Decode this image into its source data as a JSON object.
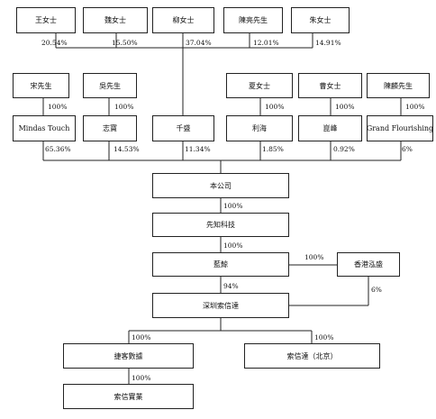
{
  "shareholders": [
    {
      "id": "wang",
      "name": "王女士",
      "pct": "20.54%"
    },
    {
      "id": "wei",
      "name": "魏女士",
      "pct": "15.50%"
    },
    {
      "id": "liu",
      "name": "柳女士",
      "pct": "37.04%"
    },
    {
      "id": "chen",
      "name": "陳亮先生",
      "pct": "12.01%"
    },
    {
      "id": "zhu",
      "name": "朱女士",
      "pct": "14.91%"
    }
  ],
  "individuals": [
    {
      "id": "song",
      "name": "宋先生",
      "pct": "100%"
    },
    {
      "id": "wu",
      "name": "吳先生",
      "pct": "100%"
    },
    {
      "id": "xia",
      "name": "夏女士",
      "pct": "100%"
    },
    {
      "id": "cao",
      "name": "曹女士",
      "pct": "100%"
    },
    {
      "id": "chenlin",
      "name": "陳麟先生",
      "pct": "100%"
    }
  ],
  "holding_entities": [
    {
      "id": "mindas",
      "name": "Mindas Touch",
      "pct": "65.36%"
    },
    {
      "id": "zhibao",
      "name": "志寶",
      "pct": "14.53%"
    },
    {
      "id": "qiansheng",
      "name": "千盛",
      "pct": "11.34%"
    },
    {
      "id": "lihai",
      "name": "利海",
      "pct": "1.85%"
    },
    {
      "id": "qifeng",
      "name": "崑峰",
      "pct": "0.92%"
    },
    {
      "id": "grand",
      "name": "Grand Flourishing",
      "pct": "6%"
    }
  ],
  "company": {
    "name": "本公司",
    "pct": "100%"
  },
  "xianzhi": {
    "name": "先知科技",
    "pct": "100%"
  },
  "lanjing": {
    "name": "藍鯨",
    "pct": "94%",
    "pct_to_hk": "100%"
  },
  "hk": {
    "name": "香港泓盛",
    "pct": "6%"
  },
  "shenzhen": {
    "name": "深圳索信達",
    "pct_left": "100%",
    "pct_right": "100%"
  },
  "jieke": {
    "name": "捷客數據",
    "pct": "100%"
  },
  "beijing": {
    "name": "索信達（北京）"
  },
  "shiye": {
    "name": "索信實業"
  }
}
